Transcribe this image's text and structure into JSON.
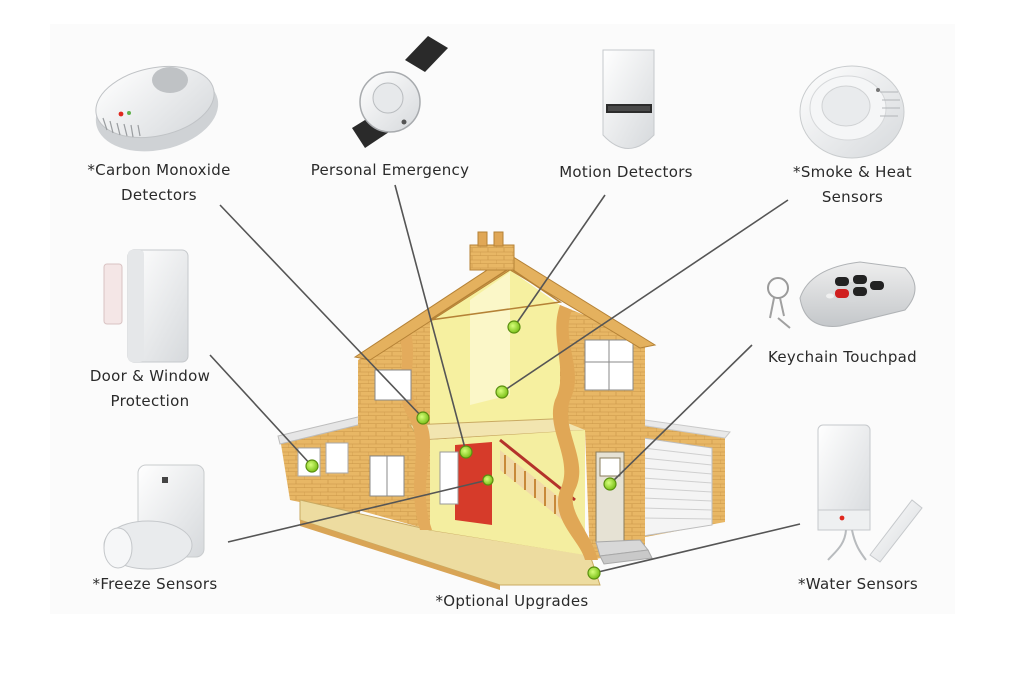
{
  "labels": {
    "carbon_monoxide_line1": "*Carbon Monoxide",
    "carbon_monoxide_line2": "Detectors",
    "personal_emergency": "Personal Emergency",
    "motion_detectors": "Motion Detectors",
    "smoke_heat_line1": "*Smoke & Heat",
    "smoke_heat_line2": "Sensors",
    "keychain_touchpad": "Keychain Touchpad",
    "door_window_line1": "Door & Window",
    "door_window_line2": "Protection",
    "freeze_sensors": "*Freeze Sensors",
    "optional_upgrades": "*Optional Upgrades",
    "water_sensors": "*Water Sensors"
  },
  "colors": {
    "leader_line": "#555555",
    "marker_green": "#9be02a",
    "brick": "#e8b765",
    "interior_yellow": "#f6f0a0",
    "red_wall": "#d63b2a"
  },
  "icons": [
    "carbon-monoxide-detector-icon",
    "personal-emergency-pendant-icon",
    "motion-detector-icon",
    "smoke-detector-icon",
    "keychain-remote-icon",
    "door-window-sensor-icon",
    "freeze-sensor-icon",
    "water-sensor-icon",
    "house-cutaway-illustration"
  ]
}
